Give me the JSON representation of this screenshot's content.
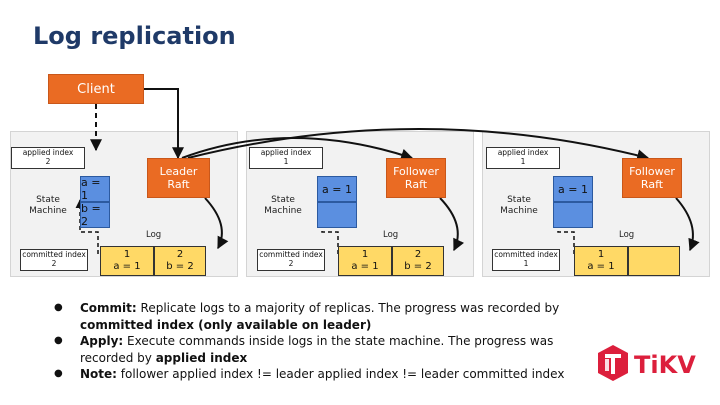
{
  "title": "Log replication",
  "client": "Client",
  "nodes": [
    {
      "applied_label": "applied index",
      "applied_value": "2",
      "raft_line1": "Leader",
      "raft_line2": "Raft",
      "state_machine_line1": "State",
      "state_machine_line2": "Machine",
      "state_cells": [
        "a = 1",
        "b = 2"
      ],
      "log_label": "Log",
      "committed_label": "committed index",
      "committed_value": "2",
      "log_entries": [
        {
          "index": "1",
          "cmd": "a = 1"
        },
        {
          "index": "2",
          "cmd": "b = 2"
        }
      ]
    },
    {
      "applied_label": "applied index",
      "applied_value": "1",
      "raft_line1": "Follower",
      "raft_line2": "Raft",
      "state_machine_line1": "State",
      "state_machine_line2": "Machine",
      "state_cells": [
        "a = 1",
        ""
      ],
      "log_label": "Log",
      "committed_label": "committed index",
      "committed_value": "2",
      "log_entries": [
        {
          "index": "1",
          "cmd": "a = 1"
        },
        {
          "index": "2",
          "cmd": "b = 2"
        }
      ]
    },
    {
      "applied_label": "applied index",
      "applied_value": "1",
      "raft_line1": "Follower",
      "raft_line2": "Raft",
      "state_machine_line1": "State",
      "state_machine_line2": "Machine",
      "state_cells": [
        "a = 1",
        ""
      ],
      "log_label": "Log",
      "committed_label": "committed index",
      "committed_value": "1",
      "log_entries": [
        {
          "index": "1",
          "cmd": "a = 1"
        },
        {
          "index": "",
          "cmd": ""
        }
      ]
    }
  ],
  "notes": [
    {
      "term": "Commit:",
      "text": " Replicate logs to a majority of replicas. The progress was recorded by ",
      "strong": "committed index (only available on leader)",
      "tail": ""
    },
    {
      "term": "Apply:",
      "text": " Execute commands inside logs in the state machine. The progress was recorded by ",
      "strong": "applied index",
      "tail": ""
    },
    {
      "term": "Note:",
      "text": " follower applied index != leader applied index != leader committed index",
      "strong": "",
      "tail": ""
    }
  ],
  "logo_text": "TiKV",
  "colors": {
    "accent": "#ea6b23",
    "title": "#1f3a68",
    "state": "#5b8fe0",
    "log": "#ffd966",
    "logo": "#dc1f3c"
  }
}
